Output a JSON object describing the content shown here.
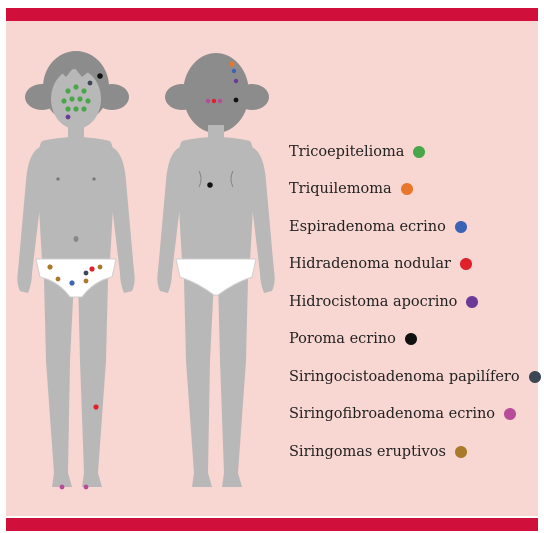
{
  "colors": {
    "band": "#d0103a",
    "panel": "#f8d6d2",
    "skin": "#b8b8b8",
    "skin_shadow": "#9e9e9e",
    "hair": "#8c8c8c",
    "brief": "#ffffff"
  },
  "legend": [
    {
      "label": "Tricoepitelioma",
      "color": "#4aa64a"
    },
    {
      "label": "Triquilemoma",
      "color": "#e8762c"
    },
    {
      "label": "Espiradenoma ecrino",
      "color": "#3b62b4"
    },
    {
      "label": "Hidradenoma nodular",
      "color": "#e0202a"
    },
    {
      "label": "Hidrocistoma apocrino",
      "color": "#6a3a96"
    },
    {
      "label": "Poroma ecrino",
      "color": "#111111"
    },
    {
      "label": "Siringocistoadenoma papilífero",
      "color": "#3c4654"
    },
    {
      "label": "Siringofibroadenoma ecrino",
      "color": "#b84a9a"
    },
    {
      "label": "Siringomas eruptivos",
      "color": "#a87a2a"
    }
  ]
}
